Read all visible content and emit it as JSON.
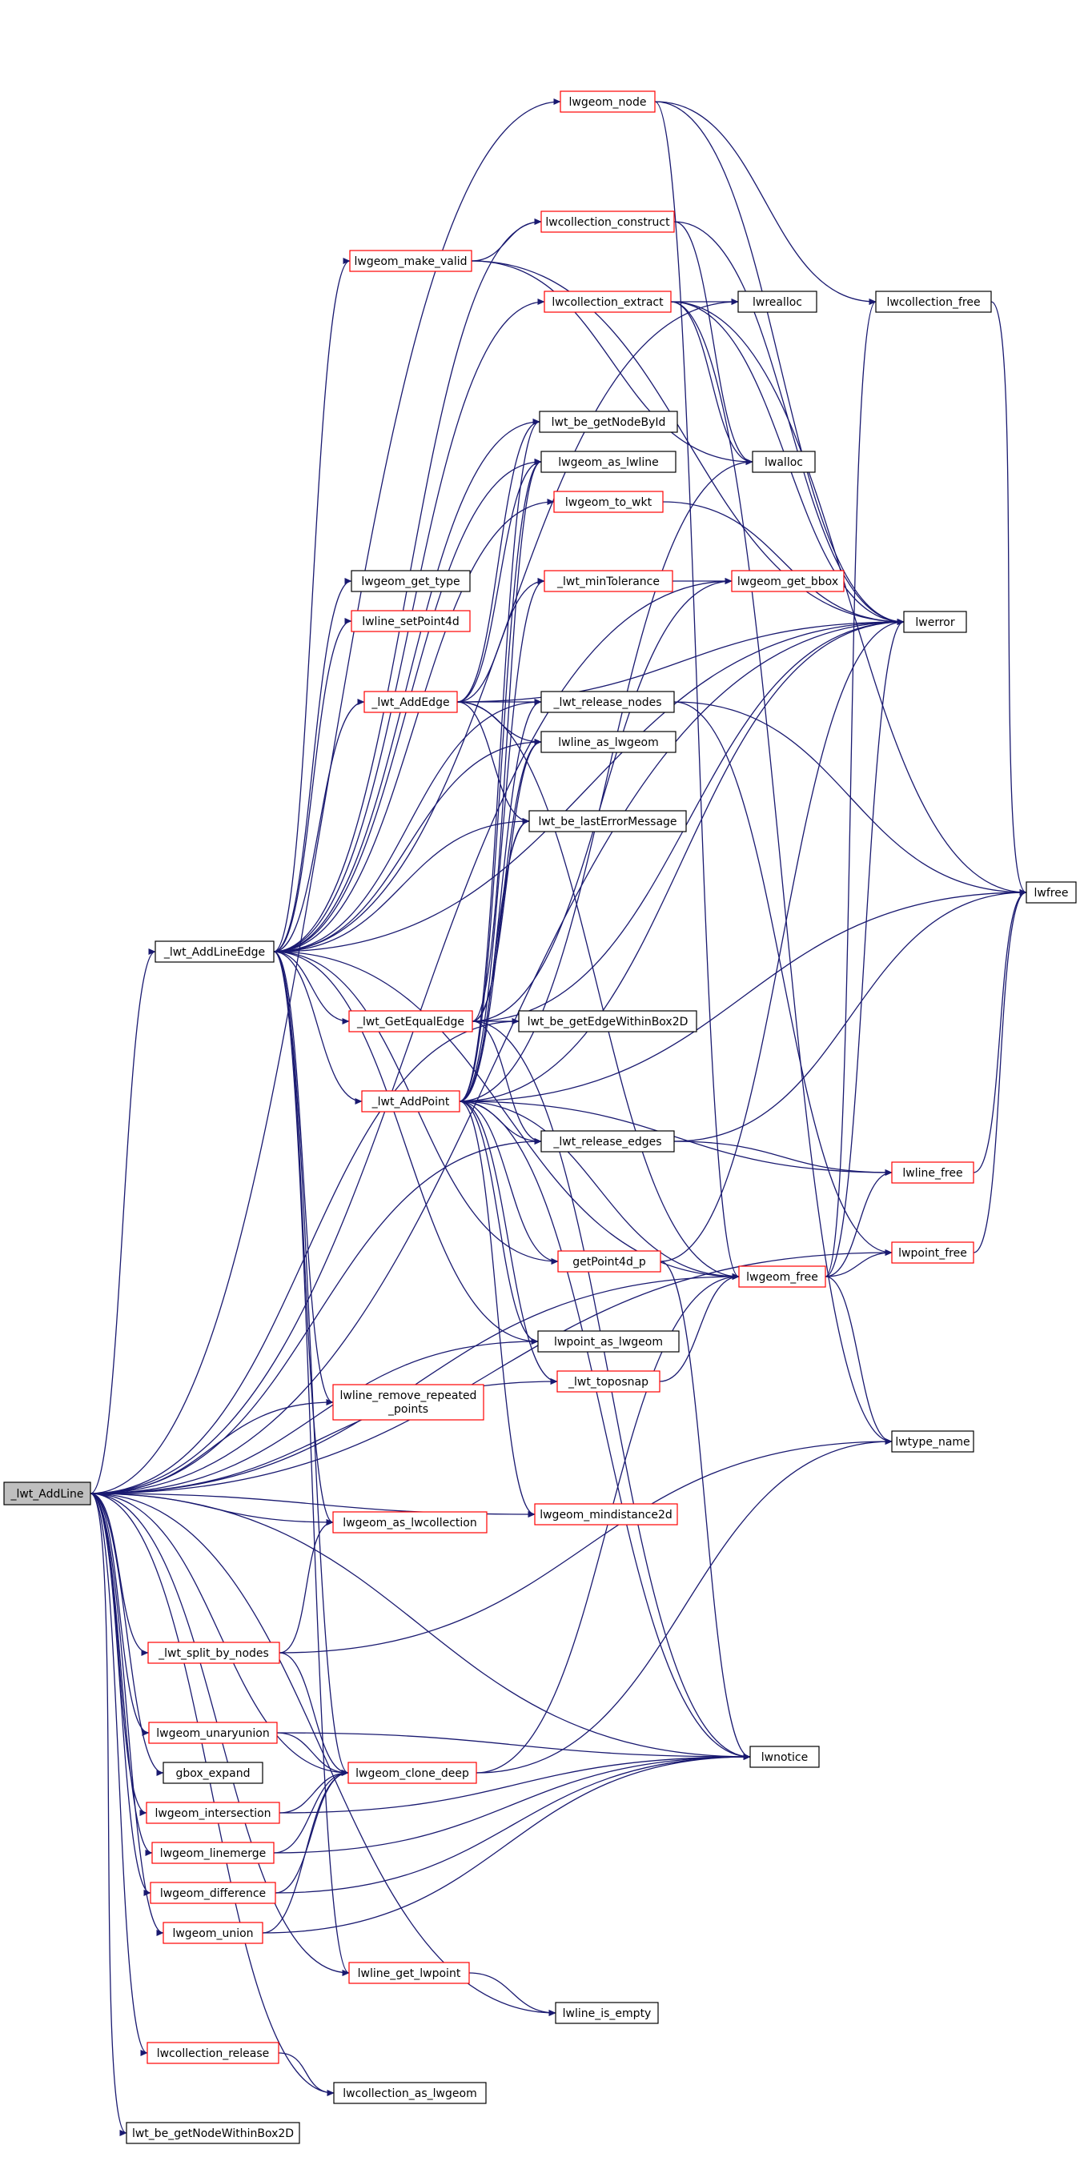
{
  "colors": {
    "edge": "#191970",
    "border_black": "#000000",
    "border_red": "#ff0000",
    "root_fill": "#bfbfbf",
    "node_fill": "#ffffff",
    "text": "#000000"
  },
  "nodes": [
    {
      "id": "lwt_AddLine",
      "label": "_lwt_AddLine",
      "root": true
    },
    {
      "id": "lwt_AddLineEdge",
      "label": "_lwt_AddLineEdge",
      "red": false
    },
    {
      "id": "lwt_split_by_nodes",
      "label": "_lwt_split_by_nodes",
      "red": true
    },
    {
      "id": "lwgeom_unaryunion",
      "label": "lwgeom_unaryunion",
      "red": true
    },
    {
      "id": "gbox_expand",
      "label": "gbox_expand",
      "red": false
    },
    {
      "id": "lwgeom_intersection",
      "label": "lwgeom_intersection",
      "red": true
    },
    {
      "id": "lwgeom_linemerge",
      "label": "lwgeom_linemerge",
      "red": true
    },
    {
      "id": "lwgeom_difference",
      "label": "lwgeom_difference",
      "red": true
    },
    {
      "id": "lwgeom_union",
      "label": "lwgeom_union",
      "red": true
    },
    {
      "id": "lwcollection_release",
      "label": "lwcollection_release",
      "red": true
    },
    {
      "id": "lwt_be_getNodeWithinBox2D",
      "label": "lwt_be_getNodeWithinBox2D",
      "red": false
    },
    {
      "id": "lwgeom_node",
      "label": "lwgeom_node",
      "red": true
    },
    {
      "id": "lwcollection_construct",
      "label": "lwcollection_construct",
      "red": true
    },
    {
      "id": "lwgeom_make_valid",
      "label": "lwgeom_make_valid",
      "red": true
    },
    {
      "id": "lwcollection_extract",
      "label": "lwcollection_extract",
      "red": true
    },
    {
      "id": "lwt_be_getNodeById",
      "label": "lwt_be_getNodeById",
      "red": false
    },
    {
      "id": "lwgeom_as_lwline",
      "label": "lwgeom_as_lwline",
      "red": false
    },
    {
      "id": "lwgeom_to_wkt",
      "label": "lwgeom_to_wkt",
      "red": true
    },
    {
      "id": "lwgeom_get_type",
      "label": "lwgeom_get_type",
      "red": false
    },
    {
      "id": "lwt_minTolerance",
      "label": "_lwt_minTolerance",
      "red": true
    },
    {
      "id": "lwline_setPoint4d",
      "label": "lwline_setPoint4d",
      "red": true
    },
    {
      "id": "lwt_AddEdge",
      "label": "_lwt_AddEdge",
      "red": true
    },
    {
      "id": "lwt_release_nodes",
      "label": "_lwt_release_nodes",
      "red": false
    },
    {
      "id": "lwline_as_lwgeom",
      "label": "lwline_as_lwgeom",
      "red": false
    },
    {
      "id": "lwt_be_lastErrorMessage",
      "label": "lwt_be_lastErrorMessage",
      "red": false
    },
    {
      "id": "lwt_GetEqualEdge",
      "label": "_lwt_GetEqualEdge",
      "red": true
    },
    {
      "id": "lwt_be_getEdgeWithinBox2D",
      "label": "lwt_be_getEdgeWithinBox2D",
      "red": false
    },
    {
      "id": "lwt_AddPoint",
      "label": "_lwt_AddPoint",
      "red": true
    },
    {
      "id": "lwt_release_edges",
      "label": "_lwt_release_edges",
      "red": false
    },
    {
      "id": "getPoint4d_p",
      "label": "getPoint4d_p",
      "red": true
    },
    {
      "id": "lwpoint_as_lwgeom",
      "label": "lwpoint_as_lwgeom",
      "red": false
    },
    {
      "id": "lwt_toposnap",
      "label": "_lwt_toposnap",
      "red": true
    },
    {
      "id": "lwline_remove_repeated_points",
      "label": "lwline_remove_repeated",
      "label2": "_points",
      "red": true
    },
    {
      "id": "lwgeom_as_lwcollection",
      "label": "lwgeom_as_lwcollection",
      "red": true
    },
    {
      "id": "lwgeom_mindistance2d",
      "label": "lwgeom_mindistance2d",
      "red": true
    },
    {
      "id": "lwgeom_clone_deep",
      "label": "lwgeom_clone_deep",
      "red": true
    },
    {
      "id": "lwline_get_lwpoint",
      "label": "lwline_get_lwpoint",
      "red": true
    },
    {
      "id": "lwline_is_empty",
      "label": "lwline_is_empty",
      "red": false
    },
    {
      "id": "lwcollection_as_lwgeom",
      "label": "lwcollection_as_lwgeom",
      "red": false
    },
    {
      "id": "lwrealloc",
      "label": "lwrealloc",
      "red": false
    },
    {
      "id": "lwalloc",
      "label": "lwalloc",
      "red": false
    },
    {
      "id": "lwgeom_get_bbox",
      "label": "lwgeom_get_bbox",
      "red": true
    },
    {
      "id": "lwgeom_free",
      "label": "lwgeom_free",
      "red": true
    },
    {
      "id": "lwnotice",
      "label": "lwnotice",
      "red": false
    },
    {
      "id": "lwcollection_free",
      "label": "lwcollection_free",
      "red": false
    },
    {
      "id": "lwerror",
      "label": "lwerror",
      "red": false
    },
    {
      "id": "lwfree",
      "label": "lwfree",
      "red": false
    },
    {
      "id": "lwline_free",
      "label": "lwline_free",
      "red": true
    },
    {
      "id": "lwpoint_free",
      "label": "lwpoint_free",
      "red": true
    },
    {
      "id": "lwtype_name",
      "label": "lwtype_name",
      "red": false
    }
  ],
  "edges": [
    [
      "lwt_AddLine",
      "lwt_AddLineEdge"
    ],
    [
      "lwt_AddLine",
      "lwt_split_by_nodes"
    ],
    [
      "lwt_AddLine",
      "lwgeom_unaryunion"
    ],
    [
      "lwt_AddLine",
      "gbox_expand"
    ],
    [
      "lwt_AddLine",
      "lwgeom_intersection"
    ],
    [
      "lwt_AddLine",
      "lwgeom_linemerge"
    ],
    [
      "lwt_AddLine",
      "lwgeom_difference"
    ],
    [
      "lwt_AddLine",
      "lwgeom_union"
    ],
    [
      "lwt_AddLine",
      "lwcollection_release"
    ],
    [
      "lwt_AddLine",
      "lwt_be_getNodeWithinBox2D"
    ],
    [
      "lwt_AddLine",
      "lwgeom_node"
    ],
    [
      "lwt_AddLine",
      "lwerror"
    ],
    [
      "lwt_AddLine",
      "lwgeom_free"
    ],
    [
      "lwt_AddLine",
      "lwnotice"
    ],
    [
      "lwt_AddLine",
      "lwt_be_getEdgeWithinBox2D"
    ],
    [
      "lwt_AddLine",
      "lwt_release_edges"
    ],
    [
      "lwt_AddLine",
      "lwpoint_free"
    ],
    [
      "lwt_AddLine",
      "lwpoint_as_lwgeom"
    ],
    [
      "lwt_AddLine",
      "lwgeom_as_lwcollection"
    ],
    [
      "lwt_AddLine",
      "lwgeom_clone_deep"
    ],
    [
      "lwt_AddLine",
      "lwline_get_lwpoint"
    ],
    [
      "lwt_AddLine",
      "lwline_is_empty"
    ],
    [
      "lwt_AddLine",
      "lwcollection_as_lwgeom"
    ],
    [
      "lwt_AddLine",
      "lwgeom_get_bbox"
    ],
    [
      "lwt_AddLine",
      "lwline_remove_repeated_points"
    ],
    [
      "lwt_AddLine",
      "lwt_toposnap"
    ],
    [
      "lwt_AddLine",
      "lwgeom_mindistance2d"
    ],
    [
      "lwt_AddLineEdge",
      "lwgeom_make_valid"
    ],
    [
      "lwt_AddLineEdge",
      "lwcollection_extract"
    ],
    [
      "lwt_AddLineEdge",
      "lwt_be_getNodeById"
    ],
    [
      "lwt_AddLineEdge",
      "lwgeom_as_lwline"
    ],
    [
      "lwt_AddLineEdge",
      "lwgeom_to_wkt"
    ],
    [
      "lwt_AddLineEdge",
      "lwgeom_get_type"
    ],
    [
      "lwt_AddLineEdge",
      "lwline_setPoint4d"
    ],
    [
      "lwt_AddLineEdge",
      "lwt_AddEdge"
    ],
    [
      "lwt_AddLineEdge",
      "lwt_release_nodes"
    ],
    [
      "lwt_AddLineEdge",
      "lwline_as_lwgeom"
    ],
    [
      "lwt_AddLineEdge",
      "lwt_be_lastErrorMessage"
    ],
    [
      "lwt_AddLineEdge",
      "lwt_GetEqualEdge"
    ],
    [
      "lwt_AddLineEdge",
      "lwt_AddPoint"
    ],
    [
      "lwt_AddLineEdge",
      "getPoint4d_p"
    ],
    [
      "lwt_AddLineEdge",
      "lwgeom_free"
    ],
    [
      "lwt_AddLineEdge",
      "lwgeom_clone_deep"
    ],
    [
      "lwt_AddLineEdge",
      "lwline_get_lwpoint"
    ],
    [
      "lwt_AddLineEdge",
      "lwline_remove_repeated_points"
    ],
    [
      "lwt_AddLineEdge",
      "lwgeom_as_lwcollection"
    ],
    [
      "lwt_AddLineEdge",
      "lwpoint_as_lwgeom"
    ],
    [
      "lwt_AddLineEdge",
      "lwrealloc"
    ],
    [
      "lwt_AddLineEdge",
      "lwcollection_construct"
    ],
    [
      "lwt_AddLineEdge",
      "lwerror"
    ],
    [
      "lwt_split_by_nodes",
      "lwgeom_as_lwcollection"
    ],
    [
      "lwt_split_by_nodes",
      "lwgeom_clone_deep"
    ],
    [
      "lwt_split_by_nodes",
      "lwtype_name"
    ],
    [
      "lwgeom_unaryunion",
      "lwgeom_clone_deep"
    ],
    [
      "lwgeom_unaryunion",
      "lwnotice"
    ],
    [
      "lwgeom_intersection",
      "lwgeom_clone_deep"
    ],
    [
      "lwgeom_intersection",
      "lwnotice"
    ],
    [
      "lwgeom_linemerge",
      "lwgeom_clone_deep"
    ],
    [
      "lwgeom_linemerge",
      "lwnotice"
    ],
    [
      "lwgeom_difference",
      "lwgeom_clone_deep"
    ],
    [
      "lwgeom_difference",
      "lwnotice"
    ],
    [
      "lwgeom_union",
      "lwgeom_clone_deep"
    ],
    [
      "lwgeom_union",
      "lwnotice"
    ],
    [
      "lwcollection_release",
      "lwcollection_as_lwgeom"
    ],
    [
      "lwline_get_lwpoint",
      "lwline_is_empty"
    ],
    [
      "lwgeom_node",
      "lwcollection_free"
    ],
    [
      "lwgeom_node",
      "lwerror"
    ],
    [
      "lwgeom_node",
      "lwgeom_free"
    ],
    [
      "lwcollection_construct",
      "lwalloc"
    ],
    [
      "lwcollection_construct",
      "lwerror"
    ],
    [
      "lwgeom_make_valid",
      "lwcollection_construct"
    ],
    [
      "lwgeom_make_valid",
      "lwalloc"
    ],
    [
      "lwgeom_make_valid",
      "lwerror"
    ],
    [
      "lwcollection_extract",
      "lwrealloc"
    ],
    [
      "lwcollection_extract",
      "lwalloc"
    ],
    [
      "lwcollection_extract",
      "lwerror"
    ],
    [
      "lwcollection_extract",
      "lwfree"
    ],
    [
      "lwcollection_extract",
      "lwtype_name"
    ],
    [
      "lwgeom_to_wkt",
      "lwerror"
    ],
    [
      "lwt_minTolerance",
      "lwgeom_get_bbox"
    ],
    [
      "lwt_AddEdge",
      "lwt_minTolerance"
    ],
    [
      "lwt_AddEdge",
      "lwt_be_getNodeById"
    ],
    [
      "lwt_AddEdge",
      "lwgeom_as_lwline"
    ],
    [
      "lwt_AddEdge",
      "lwt_release_nodes"
    ],
    [
      "lwt_AddEdge",
      "lwline_as_lwgeom"
    ],
    [
      "lwt_AddEdge",
      "lwt_be_lastErrorMessage"
    ],
    [
      "lwt_AddEdge",
      "lwerror"
    ],
    [
      "lwt_AddEdge",
      "lwgeom_free"
    ],
    [
      "lwt_release_nodes",
      "lwfree"
    ],
    [
      "lwt_release_nodes",
      "lwpoint_free"
    ],
    [
      "lwt_GetEqualEdge",
      "lwt_be_getEdgeWithinBox2D"
    ],
    [
      "lwt_GetEqualEdge",
      "lwt_release_edges"
    ],
    [
      "lwt_GetEqualEdge",
      "lwgeom_get_bbox"
    ],
    [
      "lwt_GetEqualEdge",
      "lwgeom_as_lwline"
    ],
    [
      "lwt_GetEqualEdge",
      "lwline_as_lwgeom"
    ],
    [
      "lwt_GetEqualEdge",
      "lwt_be_lastErrorMessage"
    ],
    [
      "lwt_GetEqualEdge",
      "lwerror"
    ],
    [
      "lwt_GetEqualEdge",
      "lwnotice"
    ],
    [
      "lwt_AddPoint",
      "lwt_release_edges"
    ],
    [
      "lwt_AddPoint",
      "getPoint4d_p"
    ],
    [
      "lwt_AddPoint",
      "lwpoint_as_lwgeom"
    ],
    [
      "lwt_AddPoint",
      "lwt_toposnap"
    ],
    [
      "lwt_AddPoint",
      "lwgeom_mindistance2d"
    ],
    [
      "lwt_AddPoint",
      "lwgeom_free"
    ],
    [
      "lwt_AddPoint",
      "lwline_free"
    ],
    [
      "lwt_AddPoint",
      "lwnotice"
    ],
    [
      "lwt_AddPoint",
      "lwt_be_lastErrorMessage"
    ],
    [
      "lwt_AddPoint",
      "lwline_as_lwgeom"
    ],
    [
      "lwt_AddPoint",
      "lwgeom_as_lwline"
    ],
    [
      "lwt_AddPoint",
      "lwt_minTolerance"
    ],
    [
      "lwt_AddPoint",
      "lwt_release_nodes"
    ],
    [
      "lwt_AddPoint",
      "lwerror"
    ],
    [
      "lwt_AddPoint",
      "lwfree"
    ],
    [
      "lwt_AddPoint",
      "lwalloc"
    ],
    [
      "lwt_AddPoint",
      "lwt_be_getNodeById"
    ],
    [
      "lwt_release_edges",
      "lwline_free"
    ],
    [
      "lwt_release_edges",
      "lwfree"
    ],
    [
      "getPoint4d_p",
      "lwerror"
    ],
    [
      "getPoint4d_p",
      "lwnotice"
    ],
    [
      "lwt_toposnap",
      "lwgeom_free"
    ],
    [
      "lwgeom_clone_deep",
      "lwgeom_free"
    ],
    [
      "lwgeom_clone_deep",
      "lwtype_name"
    ],
    [
      "lwgeom_free",
      "lwcollection_free"
    ],
    [
      "lwgeom_free",
      "lwline_free"
    ],
    [
      "lwgeom_free",
      "lwpoint_free"
    ],
    [
      "lwgeom_free",
      "lwtype_name"
    ],
    [
      "lwgeom_free",
      "lwerror"
    ],
    [
      "lwcollection_free",
      "lwfree"
    ],
    [
      "lwline_free",
      "lwfree"
    ],
    [
      "lwpoint_free",
      "lwfree"
    ]
  ]
}
